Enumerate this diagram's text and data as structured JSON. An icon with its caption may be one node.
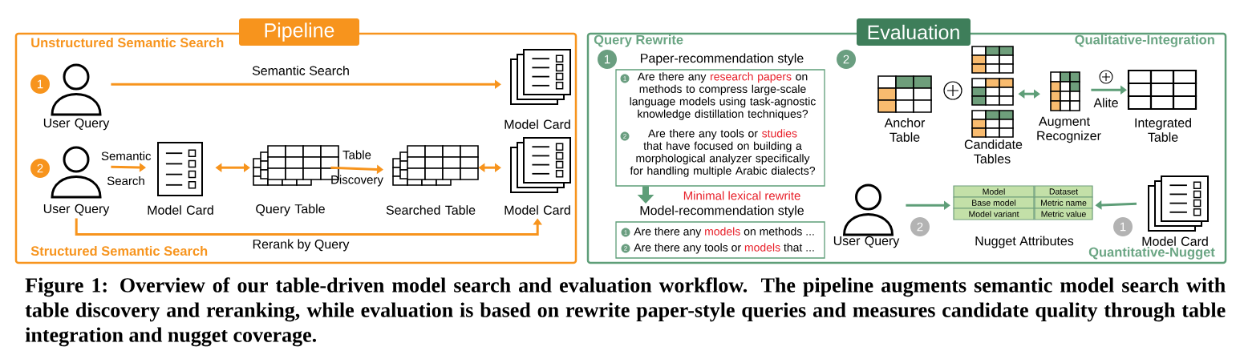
{
  "diagram": {
    "caption": "Figure 1: Overview of our table-driven model search and evaluation workflow. The pipeline augments semantic model search with table discovery and reranking, while evaluation is based on rewrite paper-style queries and measures candidate quality through table integration and nugget coverage.",
    "nodes": [
      {
        "text": [
          "Pipeline"
        ]
      },
      {
        "text": [
          "User Query"
        ],
        "in": 0
      },
      {
        "text": [
          "Model Card"
        ],
        "in": 0
      },
      {
        "text": [
          "User Query"
        ],
        "in": 0
      },
      {
        "text": [
          "Model Card"
        ],
        "in": 0
      },
      {
        "text": [
          "Query Table"
        ],
        "in": 0
      },
      {
        "text": [
          "Searched Table"
        ],
        "in": 0
      },
      {
        "text": [
          "Model Card"
        ],
        "in": 0
      },
      {
        "text": [
          "Evaluation"
        ]
      },
      {
        "text": [
          "Paper-recommendation style",
          "Are there any",
          "research papers",
          "on methods to compress large-scale language models using task-agnostic knowledge distillation techniques?",
          "Are there any tools or",
          "studies",
          "that have focused on building a morphological analyzer specifically for handling multiple Arabic dialects?"
        ],
        "in": 8
      },
      {
        "text": [
          "Model-recommendation style",
          "Are there any",
          "models",
          "on methods ...",
          "Are there any tools or",
          "models",
          "that ..."
        ],
        "in": 8
      },
      {
        "text": [
          "Anchor Table"
        ],
        "in": 8
      },
      {
        "text": [
          "Candidate Tables"
        ],
        "in": 8
      },
      {
        "text": [
          "Augment Recognizer"
        ],
        "in": 8
      },
      {
        "text": [
          "Integrated Table"
        ],
        "in": 8
      },
      {
        "text": [
          "User Query"
        ],
        "in": 8
      },
      {
        "text": [
          "Model",
          "Dataset",
          "Base model",
          "Metric name",
          "Model variant",
          "Metric value",
          "Nugget Attributes"
        ],
        "in": 8
      },
      {
        "text": [
          "Model Card"
        ],
        "in": 8
      }
    ],
    "edges": [
      {
        "from": 1,
        "to": 2,
        "arrow": "to",
        "label": "Semantic Search"
      },
      {
        "from": 3,
        "to": 4,
        "arrow": "to",
        "label": "Semantic Search"
      },
      {
        "from": 4,
        "to": 5,
        "arrow": "both"
      },
      {
        "from": 5,
        "to": 6,
        "arrow": "to",
        "label": "Table Discovery"
      },
      {
        "from": 6,
        "to": 7,
        "arrow": "both"
      },
      {
        "from": 3,
        "to": 7,
        "arrow": "to",
        "label": "Rerank by Query"
      },
      {
        "from": 9,
        "to": 10,
        "arrow": "to",
        "label": "Minimal lexical rewrite",
        "style": "thick",
        "color": "#5e9e78"
      },
      {
        "from": 12,
        "to": 13,
        "arrow": "both",
        "color": "#5e9e78"
      },
      {
        "from": 13,
        "to": 14,
        "arrow": "to",
        "label": "Alite",
        "color": "#5e9e78"
      },
      {
        "from": 15,
        "to": 16,
        "arrow": "to",
        "color": "#5e9e78"
      },
      {
        "from": 17,
        "to": 16,
        "arrow": "to",
        "color": "#5e9e78"
      }
    ],
    "labels": [
      "Unstructured Semantic Search",
      "1",
      "2",
      "Structured Semantic Search",
      "Query Rewrite",
      "Qualitative-Integration",
      "1",
      "2",
      "1",
      "2",
      "1",
      "2",
      "2",
      "1",
      "Quantitative-Nugget"
    ]
  }
}
